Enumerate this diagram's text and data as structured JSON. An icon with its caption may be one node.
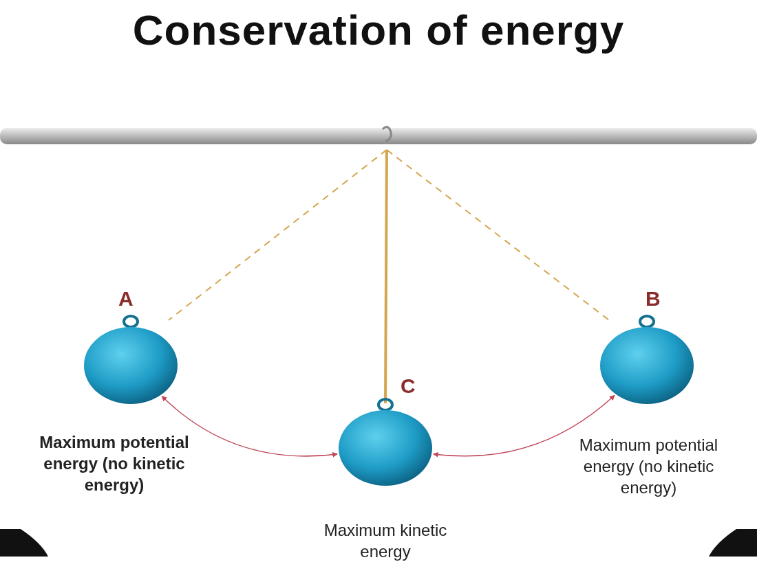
{
  "diagram": {
    "title": "Conservation of energy",
    "nodes": [
      {
        "text": [],
        "shape": "circle",
        "beside": [
          "A",
          "Maximum potential energy (no kinetic energy)"
        ]
      },
      {
        "text": [],
        "shape": "circle",
        "beside": [
          "C",
          "Maximum kinetic energy"
        ]
      },
      {
        "text": [],
        "shape": "circle",
        "beside": [
          "B",
          "Maximum potential energy (no kinetic energy)"
        ]
      }
    ],
    "edges": [
      {
        "from": 0,
        "to": 1,
        "arrow": "both"
      },
      {
        "from": 1,
        "to": 2,
        "arrow": "both"
      }
    ]
  }
}
